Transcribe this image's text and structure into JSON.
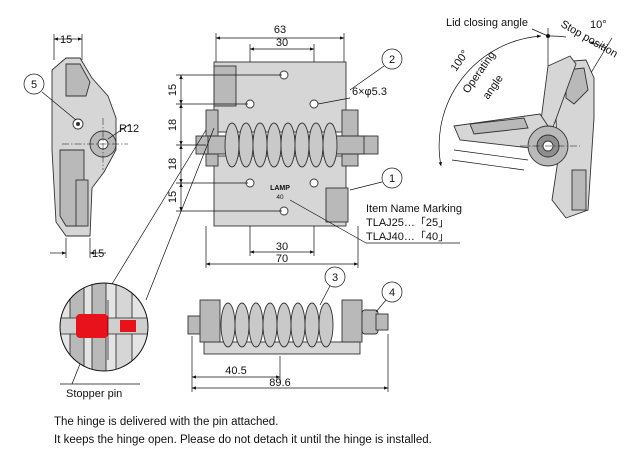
{
  "dimensions": {
    "left_top": "15",
    "left_bottom": "15",
    "radius": "R12",
    "front_top_width": "63",
    "front_top_inner": "30",
    "front_v1": "15",
    "front_v2": "18",
    "front_v3": "18",
    "front_v4": "15",
    "holes": "6×φ5.3",
    "front_bottom_inner": "30",
    "front_bottom_width": "70",
    "bottom_short": "40.5",
    "bottom_long": "89.6"
  },
  "callouts": {
    "c1": "1",
    "c2": "2",
    "c3": "3",
    "c4": "4",
    "c5": "5"
  },
  "marking": {
    "title": "Item Name Marking",
    "line1": "TLAJ25…「25」",
    "line2": "TLAJ40…「40」",
    "stamp_brand": "LAMP",
    "stamp_size": "40"
  },
  "angles": {
    "lid_closing": "Lid closing angle",
    "stop_degree": "10°",
    "stop_position": "Stop position",
    "operating_degree": "100°",
    "operating_line1": "Operating",
    "operating_line2": "angle"
  },
  "detail": {
    "stopper_pin": "Stopper pin"
  },
  "notes": {
    "line1": "The hinge is delivered with the pin attached.",
    "line2": "It keeps the hinge open. Please do not detach it until the hinge is installed."
  },
  "colors": {
    "stopper_pin": "#e8121b"
  }
}
